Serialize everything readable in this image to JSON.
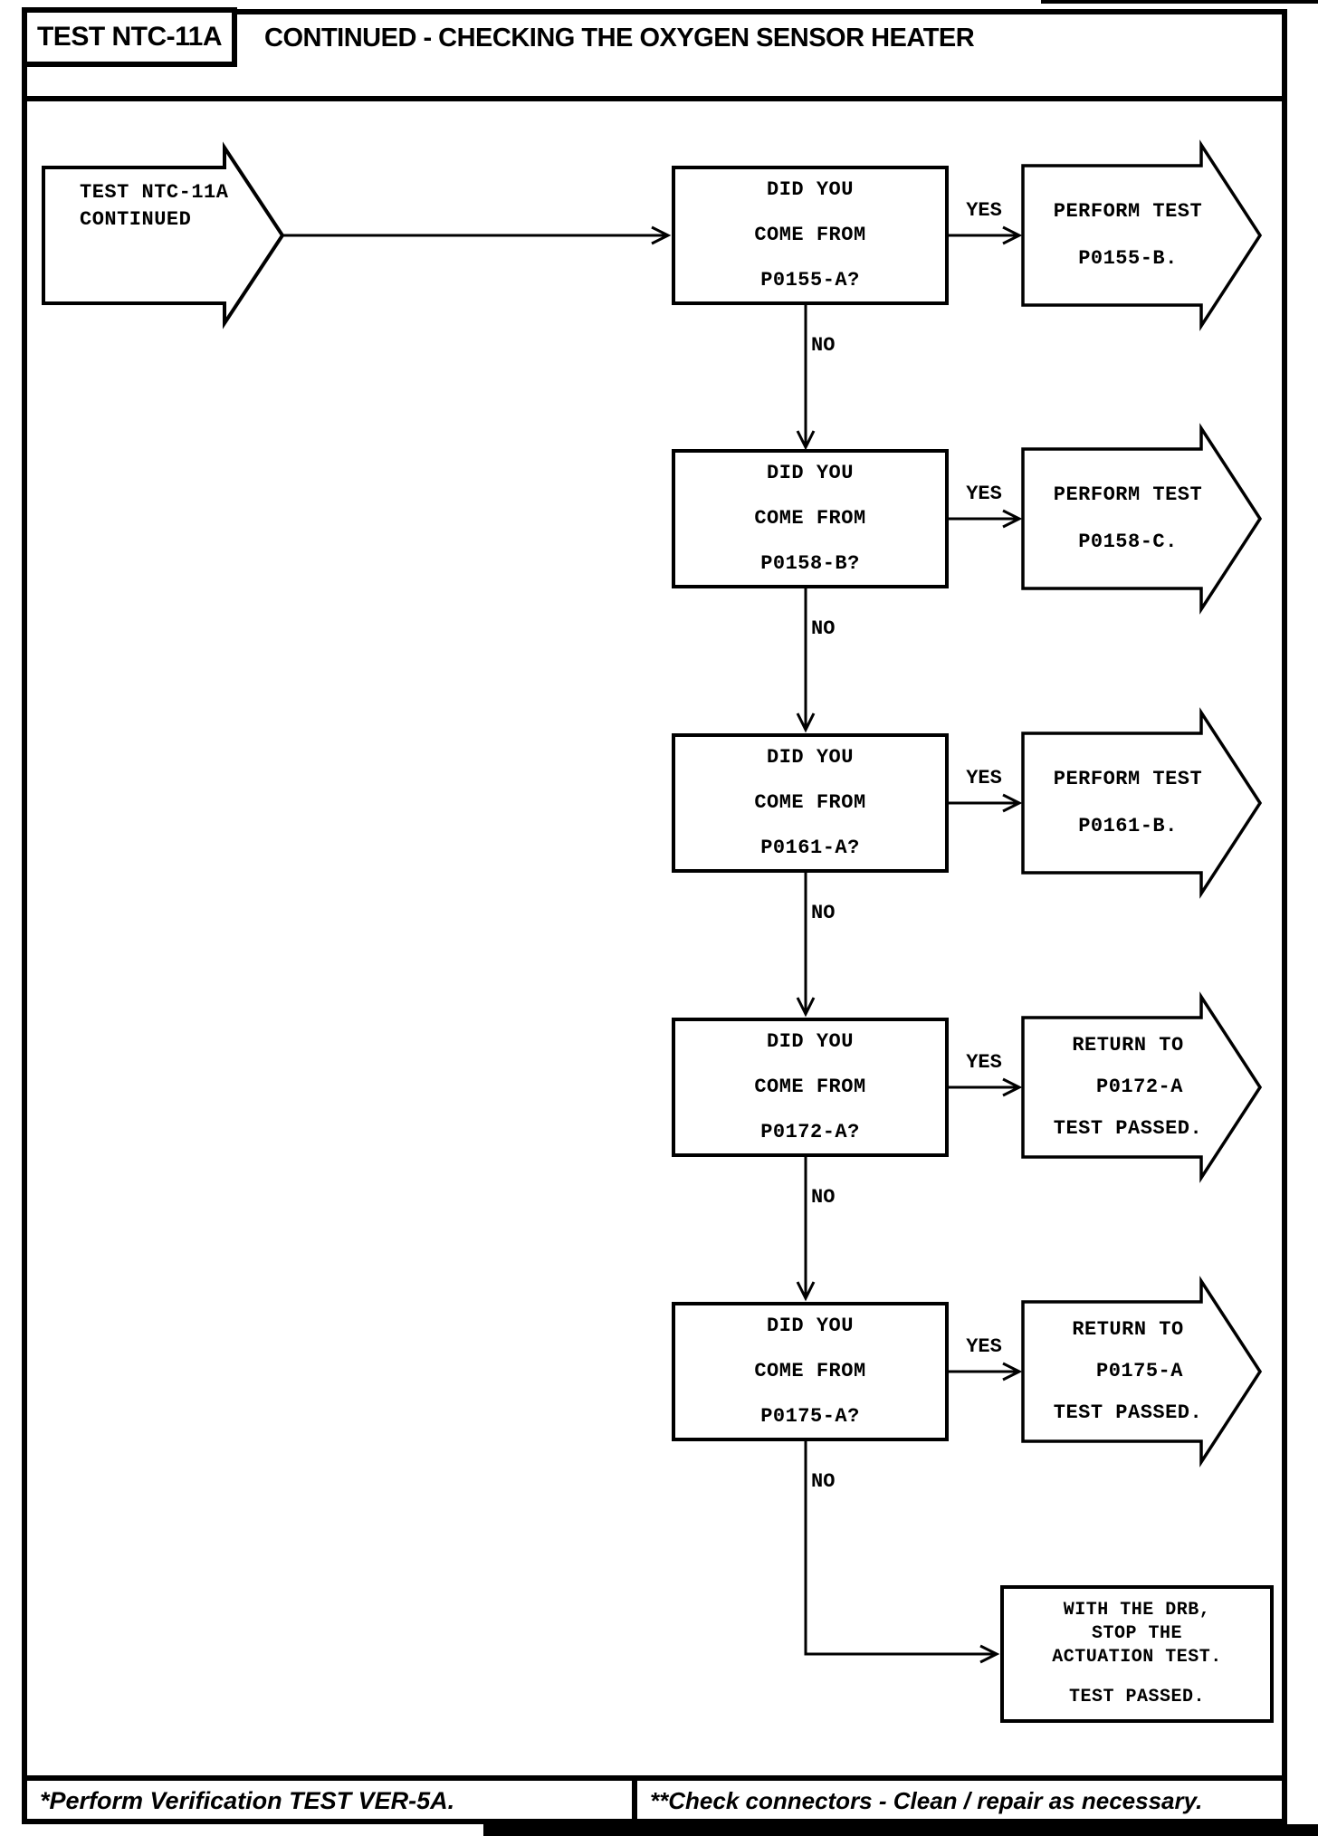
{
  "header": {
    "test_id": "TEST NTC-11A",
    "title": "CONTINUED - CHECKING THE OXYGEN SENSOR HEATER"
  },
  "start": {
    "line1": "TEST NTC-11A",
    "line2": "CONTINUED"
  },
  "decisions": [
    {
      "line1": "DID YOU",
      "line2": "COME FROM",
      "line3": "P0155-A?",
      "yes_label": "YES",
      "no_label": "NO"
    },
    {
      "line1": "DID YOU",
      "line2": "COME FROM",
      "line3": "P0158-B?",
      "yes_label": "YES",
      "no_label": "NO"
    },
    {
      "line1": "DID YOU",
      "line2": "COME FROM",
      "line3": "P0161-A?",
      "yes_label": "YES",
      "no_label": "NO"
    },
    {
      "line1": "DID YOU",
      "line2": "COME FROM",
      "line3": "P0172-A?",
      "yes_label": "YES",
      "no_label": "NO"
    },
    {
      "line1": "DID YOU",
      "line2": "COME FROM",
      "line3": "P0175-A?",
      "yes_label": "YES",
      "no_label": "NO"
    }
  ],
  "results": [
    {
      "line1": "PERFORM TEST",
      "line2": "P0155-B."
    },
    {
      "line1": "PERFORM TEST",
      "line2": "P0158-C."
    },
    {
      "line1": "PERFORM TEST",
      "line2": "P0161-B."
    },
    {
      "line1": "RETURN TO",
      "line2": "P0172-A",
      "line3": "TEST PASSED."
    },
    {
      "line1": "RETURN TO",
      "line2": "P0175-A",
      "line3": "TEST PASSED."
    }
  ],
  "final_box": {
    "line1": "WITH THE DRB,",
    "line2": "STOP THE",
    "line3": "ACTUATION TEST.",
    "line4": "TEST PASSED."
  },
  "footer": {
    "left_note": "*Perform Verification TEST VER-5A.",
    "right_note": "**Check connectors - Clean / repair as necessary."
  },
  "colors": {
    "ink": "#000000",
    "paper": "#ffffff"
  }
}
